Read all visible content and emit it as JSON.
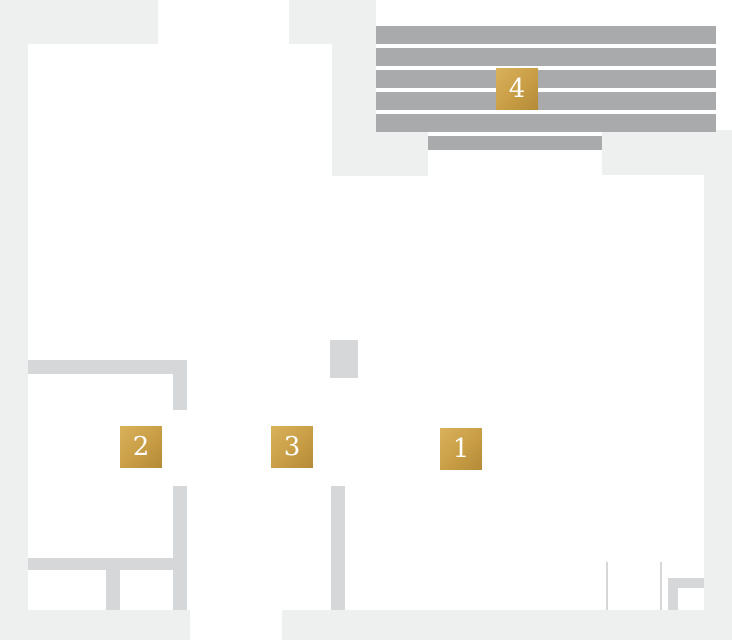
{
  "colors": {
    "outer_wall": "#eef0ef",
    "partition": "#d6d7d8",
    "stairs": "#a9aaab",
    "badge": "#c9a14b",
    "badge_text": "#ffffff",
    "background": "#ffffff"
  },
  "rooms": [
    {
      "id": "room-1",
      "number": "1"
    },
    {
      "id": "room-2",
      "number": "2"
    },
    {
      "id": "room-3",
      "number": "3"
    },
    {
      "id": "room-4",
      "number": "4"
    }
  ]
}
